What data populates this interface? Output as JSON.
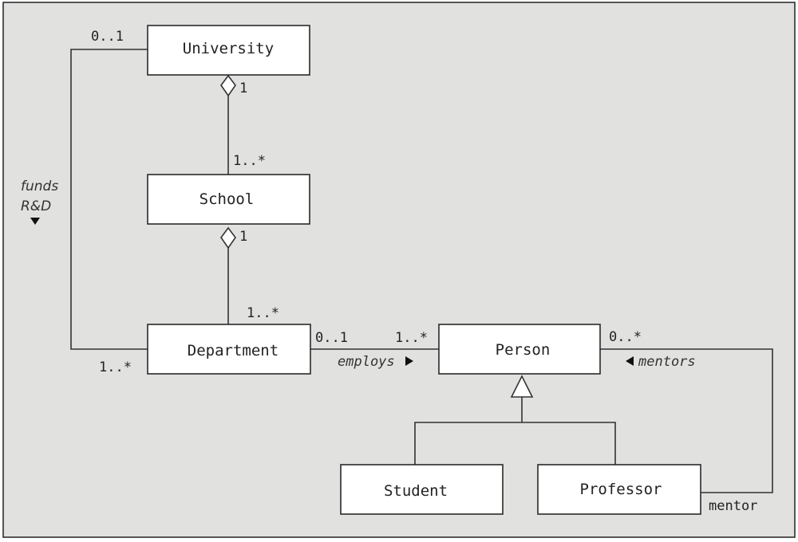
{
  "diagram": {
    "type": "UML class diagram",
    "classes": [
      {
        "id": "university",
        "name": "University"
      },
      {
        "id": "school",
        "name": "School"
      },
      {
        "id": "department",
        "name": "Department"
      },
      {
        "id": "person",
        "name": "Person"
      },
      {
        "id": "student",
        "name": "Student"
      },
      {
        "id": "professor",
        "name": "Professor"
      }
    ],
    "relations": {
      "university_school": {
        "kind": "aggregation",
        "whole": "University",
        "part": "School",
        "whole_multiplicity": "1",
        "part_multiplicity": "1..*"
      },
      "school_department": {
        "kind": "aggregation",
        "whole": "School",
        "part": "Department",
        "whole_multiplicity": "1",
        "part_multiplicity": "1..*"
      },
      "funds": {
        "kind": "association",
        "from": "University",
        "to": "Department",
        "label_line1": "funds",
        "label_line2": "R&D",
        "direction_icon": "triangle-down",
        "university_multiplicity": "0..1",
        "department_multiplicity": "1..*"
      },
      "employs": {
        "kind": "association",
        "from": "Department",
        "to": "Person",
        "label": "employs",
        "direction_icon": "triangle-right",
        "department_multiplicity": "0..1",
        "person_multiplicity": "1..*"
      },
      "mentors": {
        "kind": "association",
        "from": "Professor",
        "to": "Person",
        "label": "mentors",
        "direction_icon": "triangle-left",
        "person_multiplicity": "0..*",
        "professor_role": "mentor"
      },
      "generalization": {
        "kind": "generalization",
        "parent": "Person",
        "children": [
          "Student",
          "Professor"
        ]
      }
    }
  }
}
